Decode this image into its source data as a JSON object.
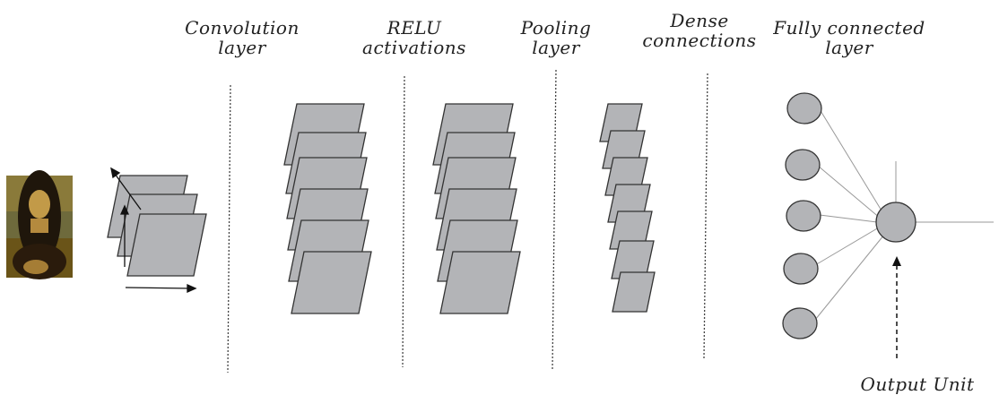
{
  "labels": {
    "convolution": [
      "Convolution",
      "layer"
    ],
    "relu": [
      "RELU",
      "activations"
    ],
    "pooling": [
      "Pooling",
      "layer"
    ],
    "dense": [
      "Dense",
      "connections"
    ],
    "fully_connected": [
      "Fully connected",
      "layer"
    ],
    "output_unit": "Output Unit"
  },
  "colors": {
    "map_fill": "#b3b4b7",
    "stroke": "#333333",
    "node_fill": "#b3b4b7",
    "connection": "#999999"
  }
}
